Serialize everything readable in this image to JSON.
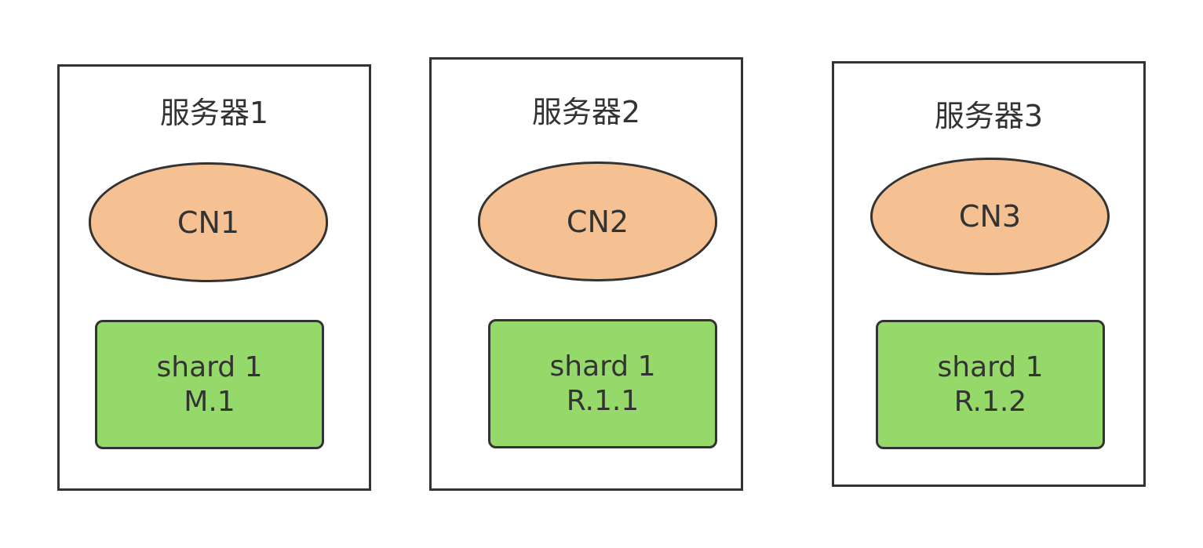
{
  "colors": {
    "border": "#333333",
    "cn_fill": "#f5c192",
    "shard_fill": "#96d96b",
    "background": "#ffffff"
  },
  "servers": [
    {
      "title": "服务器1",
      "cn": "CN1",
      "shard": {
        "line1": "shard 1",
        "line2": "M.1"
      }
    },
    {
      "title": "服务器2",
      "cn": "CN2",
      "shard": {
        "line1": "shard 1",
        "line2": "R.1.1"
      }
    },
    {
      "title": "服务器3",
      "cn": "CN3",
      "shard": {
        "line1": "shard 1",
        "line2": "R.1.2"
      }
    }
  ]
}
